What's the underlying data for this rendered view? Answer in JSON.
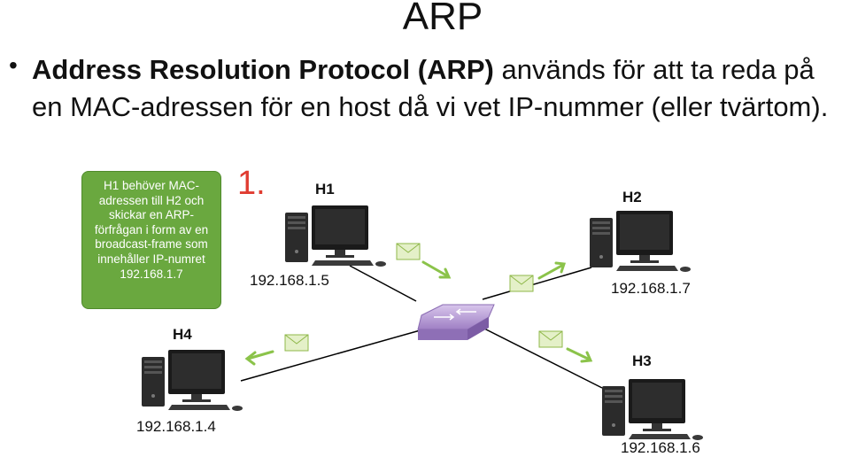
{
  "title": "ARP",
  "bullet": {
    "bold": "Address Resolution Protocol (ARP)",
    "rest": " används för att ta reda på en MAC-adressen för en host då vi vet IP-nummer (eller tvärtom)."
  },
  "callout": "H1 behöver MAC-adressen till H2 och skickar en ARP-förfrågan i form av en broadcast-frame som innehåller IP-numret 192.168.1.7",
  "step": "1.",
  "hosts": {
    "h1": {
      "name": "H1",
      "ip": "192.168.1.5"
    },
    "h2": {
      "name": "H2",
      "ip": "192.168.1.7"
    },
    "h3": {
      "name": "H3",
      "ip": "192.168.1.6"
    },
    "h4": {
      "name": "H4",
      "ip": "192.168.1.4"
    }
  },
  "colors": {
    "callout": "#6aa83f",
    "arrow": "#8bc34a",
    "step": "#e03c31",
    "switch": "#b79ad6"
  }
}
